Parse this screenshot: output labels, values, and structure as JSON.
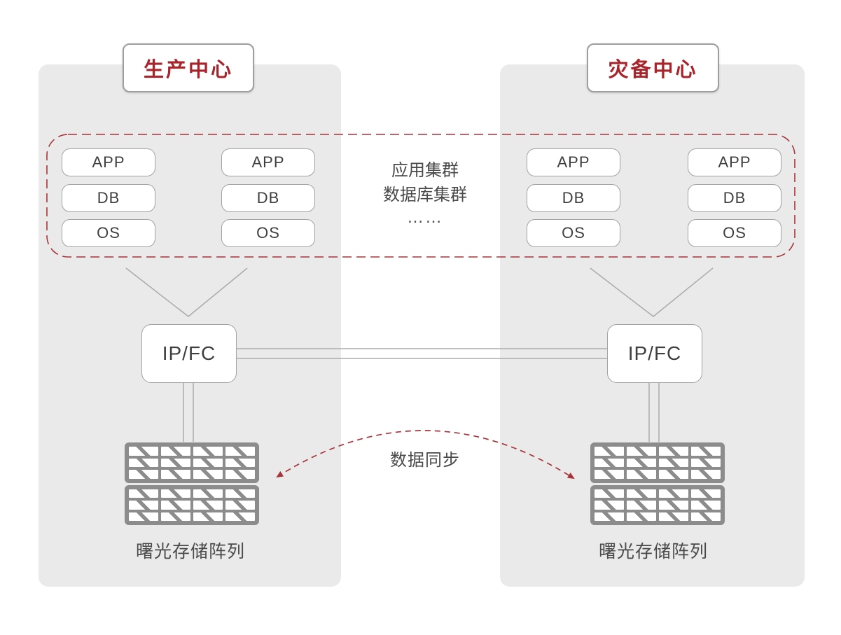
{
  "colors": {
    "accent_red": "#a8232a",
    "dash_red": "#a8333a",
    "panel_bg": "#eaeaea",
    "box_border": "#a2a2a2",
    "line_gray": "#ababab",
    "storage_gray": "#8c8c8c",
    "text_dark": "#3f3f3f"
  },
  "centers": [
    {
      "title": "生产中心",
      "switch_label": "IP/FC",
      "storage_label": "曙光存储阵列",
      "stacks": [
        {
          "items": [
            "APP",
            "DB",
            "OS"
          ]
        },
        {
          "items": [
            "APP",
            "DB",
            "OS"
          ]
        }
      ]
    },
    {
      "title": "灾备中心",
      "switch_label": "IP/FC",
      "storage_label": "曙光存储阵列",
      "stacks": [
        {
          "items": [
            "APP",
            "DB",
            "OS"
          ]
        },
        {
          "items": [
            "APP",
            "DB",
            "OS"
          ]
        }
      ]
    }
  ],
  "cluster_note": {
    "line1": "应用集群",
    "line2": "数据库集群",
    "line3": "……"
  },
  "sync_label": "数据同步"
}
